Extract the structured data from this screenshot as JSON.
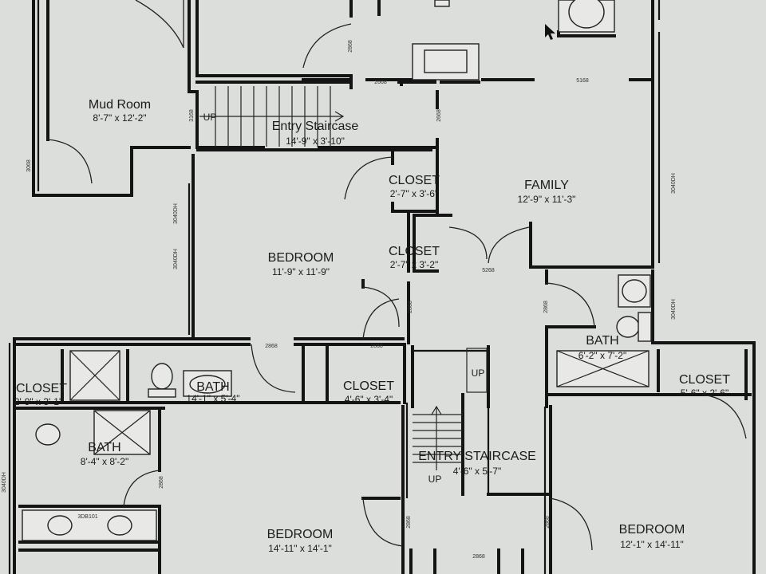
{
  "rooms": [
    {
      "id": "mud-room",
      "name": "Mud Room",
      "dims": "8'-7\" x 12'-2\""
    },
    {
      "id": "entry-staircase-top",
      "name": "Entry Staircase",
      "dims": "14'-9\" x 3'-10\""
    },
    {
      "id": "family",
      "name": "FAMILY",
      "dims": "12'-9\" x 11'-3\""
    },
    {
      "id": "closet-1",
      "name": "CLOSET",
      "dims": "2'-7\" x 3'-6\""
    },
    {
      "id": "closet-2",
      "name": "CLOSET",
      "dims": "2'-7\" x 3'-2\""
    },
    {
      "id": "bedroom-1",
      "name": "BEDROOM",
      "dims": "11'-9\" x 11'-9\""
    },
    {
      "id": "bath-right",
      "name": "BATH",
      "dims": "6'-2\" x 7'-2\""
    },
    {
      "id": "closet-right",
      "name": "CLOSET",
      "dims": "5'-6\" x 2'-6\""
    },
    {
      "id": "closet-left",
      "name": "CLOSET",
      "dims": "2'-9\" x 3'-1\""
    },
    {
      "id": "bath-mid",
      "name": "BATH",
      "dims": "14'-1\" x 5'-4\""
    },
    {
      "id": "closet-mid",
      "name": "CLOSET",
      "dims": "4'-6\" x 3'-4\""
    },
    {
      "id": "bath-left",
      "name": "BATH",
      "dims": "8'-4\" x 8'-2\""
    },
    {
      "id": "entry-staircase-bottom",
      "name": "ENTRY STAIRCASE",
      "dims": "4'-6\" x 5'-7\""
    },
    {
      "id": "bedroom-2",
      "name": "BEDROOM",
      "dims": "14'-11\" x 14'-1\""
    },
    {
      "id": "bedroom-3",
      "name": "BEDROOM",
      "dims": "12'-1\" x 14'-11\""
    }
  ],
  "stair_labels": {
    "up_top": "UP",
    "up_mid": "UP",
    "up_bottom": "UP"
  },
  "door_codes": [
    {
      "id": "d1",
      "text": "2868"
    },
    {
      "id": "d2",
      "text": "2668"
    },
    {
      "id": "d3",
      "text": "5168"
    },
    {
      "id": "d4",
      "text": "3168"
    },
    {
      "id": "d5",
      "text": "2668"
    },
    {
      "id": "d6",
      "text": "3068"
    },
    {
      "id": "d7",
      "text": "3040DH"
    },
    {
      "id": "d8",
      "text": "3040DH"
    },
    {
      "id": "d9",
      "text": "3040DH"
    },
    {
      "id": "d10",
      "text": "5268"
    },
    {
      "id": "d11",
      "text": "2868"
    },
    {
      "id": "d12",
      "text": "2868"
    },
    {
      "id": "d13",
      "text": "2868"
    },
    {
      "id": "d14",
      "text": "2868"
    },
    {
      "id": "d15",
      "text": "2868"
    },
    {
      "id": "d16",
      "text": "3040DH"
    },
    {
      "id": "d17",
      "text": "2868"
    },
    {
      "id": "d18",
      "text": "2868"
    },
    {
      "id": "d19",
      "text": "2868"
    },
    {
      "id": "d20",
      "text": "3DB101"
    },
    {
      "id": "d21",
      "text": "3040DH"
    }
  ]
}
